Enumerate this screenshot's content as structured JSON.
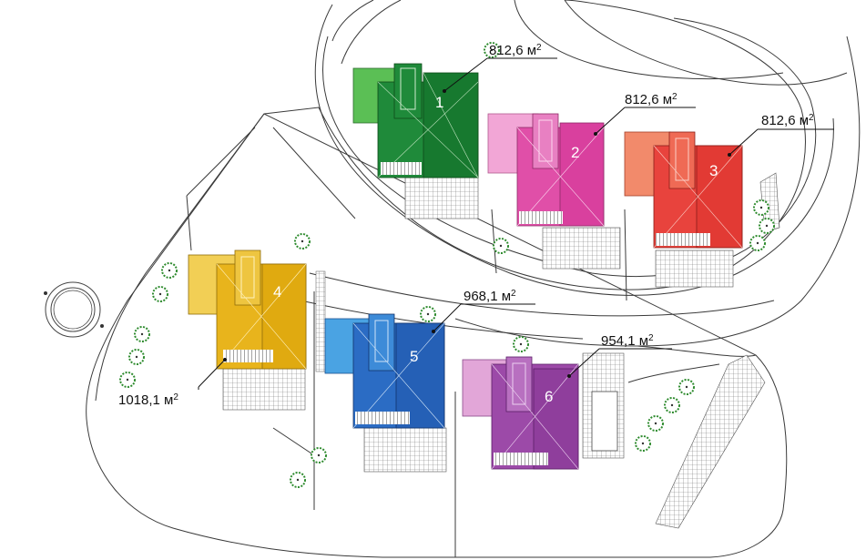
{
  "plots": [
    {
      "number": "1",
      "area_value": "812,6 м",
      "area_sup": "2",
      "color": "#1f8a3a",
      "color_light": "#49b24a"
    },
    {
      "number": "2",
      "area_value": "812,6 м",
      "area_sup": "2",
      "color": "#e04fa8",
      "color_light": "#f0a6d2"
    },
    {
      "number": "3",
      "area_value": "812,6 м",
      "area_sup": "2",
      "color": "#e8433d",
      "color_light": "#f28a6b"
    },
    {
      "number": "4",
      "area_value": "1018,1 м",
      "area_sup": "2",
      "color": "#e8b41c",
      "color_light": "#f2cf55"
    },
    {
      "number": "5",
      "area_value": "968,1 м",
      "area_sup": "2",
      "color": "#2b6cc4",
      "color_light": "#4aa3e3"
    },
    {
      "number": "6",
      "area_value": "954,1 м",
      "area_sup": "2",
      "color": "#9c4aa8",
      "color_light": "#e2a6d8"
    }
  ],
  "icons": {
    "tree": "tree-icon",
    "fountain": "fountain-icon"
  }
}
